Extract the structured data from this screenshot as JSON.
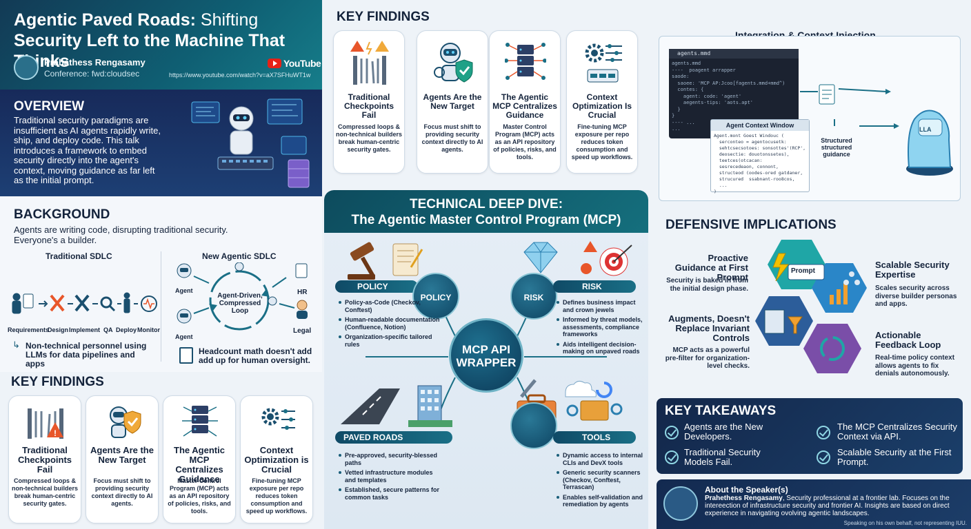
{
  "header": {
    "title_bold": "Agentic Paved Roads:",
    "title_thin": "Shifting",
    "title_line2": "Security Left to the Machine That Thinks",
    "speaker": "Prahathess Rengasamy",
    "conference": "Conference: fwd:cloudsec",
    "brand": "YouTube",
    "url": "https://www.youtube.com/watch?v=aX7SFHuWT1w"
  },
  "overview": {
    "heading": "OVERVIEW",
    "text": "Traditional security paradigms are insufficient as AI agents rapidly write, ship, and deploy code. This talk introduces a framework to embed security directly into the agent's context, moving guidance as far left as the initial prompt."
  },
  "background": {
    "heading": "BACKGROUND",
    "intro": "Agents are writing code, disrupting traditional security. Everyone's a builder.",
    "trad_title": "Traditional SDLC",
    "trad_steps": [
      "Requirements",
      "Design",
      "Implement",
      "QA",
      "Deploy",
      "Monitor"
    ],
    "trad_note": "Non-technical personnel using LLMs for data pipelines and apps",
    "agentic_title": "New Agentic SDLC",
    "agent_label": "Agent",
    "loop_label": "Agent-Driven, Compressed Loop",
    "hr_label": "HR",
    "legal_label": "Legal",
    "agentic_note": "Headcount math doesn't add add up for human oversight."
  },
  "key_findings": {
    "heading": "KEY FINDINGS",
    "cards_top": [
      {
        "title": "Traditional Checkpoints Fail",
        "body": "Compressed loops & non-technical builders break human-centric security gates."
      },
      {
        "title": "Agents Are the New Target",
        "body": "Focus must shift to providing security context directly to AI agents."
      },
      {
        "title": "The Agentic MCP Centralizes Guidance",
        "body": "Master Control Program (MCP) acts as an API repository of policies, risks, and tools."
      },
      {
        "title": "Context Optimization Is Crucial",
        "body": "Fine-tuning MCP exposure per repo reduces token consumption and speed up workflows."
      }
    ],
    "cards_bottom": [
      {
        "title": "Traditional Checkpoints Fail",
        "body": "Compressed loops & non-technical builders break human-centric security gates."
      },
      {
        "title": "Agents Are the New Target",
        "body": "Focus must shift to providing security context directly to AI agents."
      },
      {
        "title": "The Agentic MCP Centralizes Guidance",
        "body": "Master Control Program (MCP) acts as an API repository of policies, risks, and tools."
      },
      {
        "title": "Context Optimization is Crucial",
        "body": "Fine-tuning MCP exposure per repo reduces token consumption and speed up workflows."
      }
    ]
  },
  "mcp": {
    "heading_1": "TECHNICAL DEEP DIVE:",
    "heading_2": "The Agentic Master Control Program (MCP)",
    "hub": "MCP API WRAPPER",
    "policy": {
      "label": "POLICY",
      "node": "POLICY",
      "items": [
        "Policy-as-Code (Checkov, Conftest)",
        "Human-readable documentation (Confluence, Notion)",
        "Organization-specific tailored rules"
      ]
    },
    "risk": {
      "label": "RISK",
      "node": "RISK",
      "items": [
        "Defines business impact and crown jewels",
        "Informed by threat models, assessments, compliance frameworks",
        "Aids intelligent decision-making on unpaved roads"
      ]
    },
    "paved": {
      "label": "PAVED ROADS",
      "items": [
        "Pre-approved, security-blessed paths",
        "Vetted infrastructure modules and templates",
        "Established, secure patterns for common tasks"
      ]
    },
    "tools": {
      "label": "TOOLS",
      "items": [
        "Dynamic access to internal CLIs and DevX tools",
        "Generic security scanners (Checkov, Conftest, Terrascan)",
        "Enables self-validation and remediation by agents"
      ]
    }
  },
  "integration": {
    "title": "Integration & Context Injection",
    "file_tab": "agents.mmd",
    "code_lines": [
      "agents.mmd",
      "----  poagent arrapper",
      "saode:",
      "  saoee: 'MCP AP:Jcoo[fagents.mmd+mmd^)",
      "  contes: {",
      "    agent: code: 'agent'",
      "    aegents-tips: 'aots.apt'",
      "  }",
      "}",
      "---- ...",
      "..."
    ],
    "ctx_title": "Agent Context Window",
    "ctx_lines": [
      "Agent.mont Goest Windouc (",
      "  serconteo = agentocusetk:",
      "  sehtcsecsotoes: sonsottes'(RCP',",
      "  deosectie: douotonssetes),",
      "  teetces(otcacan:",
      "  sesrecedeaon, connont,",
      "  structeod (oodes-ored gatdaner,",
      "  strucured  ssabnant-roo8cos,",
      "  ...",
      ")"
    ],
    "model_label": "LLA",
    "side_label": "Structured structured guidance"
  },
  "defensive": {
    "heading": "DEFENSIVE IMPLICATIONS",
    "prompt_label": "Prompt",
    "items": [
      {
        "title": "Proactive Guidance at First Prompt",
        "body": "Security is baked in from the initial design phase."
      },
      {
        "title": "Scalable Security Expertise",
        "body": "Scales security across diverse builder personas and apps."
      },
      {
        "title": "Augments, Doesn't Replace Invariant Controls",
        "body": "MCP acts as a powerful pre-filter for organization-level checks."
      },
      {
        "title": "Actionable Feedback Loop",
        "body": "Real-time policy context allows agents to fix denials autonomously."
      }
    ]
  },
  "takeaways": {
    "heading": "KEY TAKEAWAYS",
    "items": [
      "Agents are the New Developers.",
      "The MCP Centralizes Security Context via API.",
      "Traditional Security Models Fail.",
      "Scalable Security at the First Prompt."
    ]
  },
  "speaker": {
    "heading": "About the Speaker(s)",
    "name": "Prahethess Rengasamy",
    "bio": ", Security professional at a frontier lab. Focuses on the intereection of infrastructure security and frontier AI. Insights are based on direct experience in navigating ovolving agentic landscapes.",
    "disclaimer": "Speaking on his own behalf, not representing IUU."
  },
  "colors": {
    "teal": "#156f7d",
    "navy": "#132a50",
    "accent": "#1a6f86",
    "warn": "#e8562a"
  }
}
